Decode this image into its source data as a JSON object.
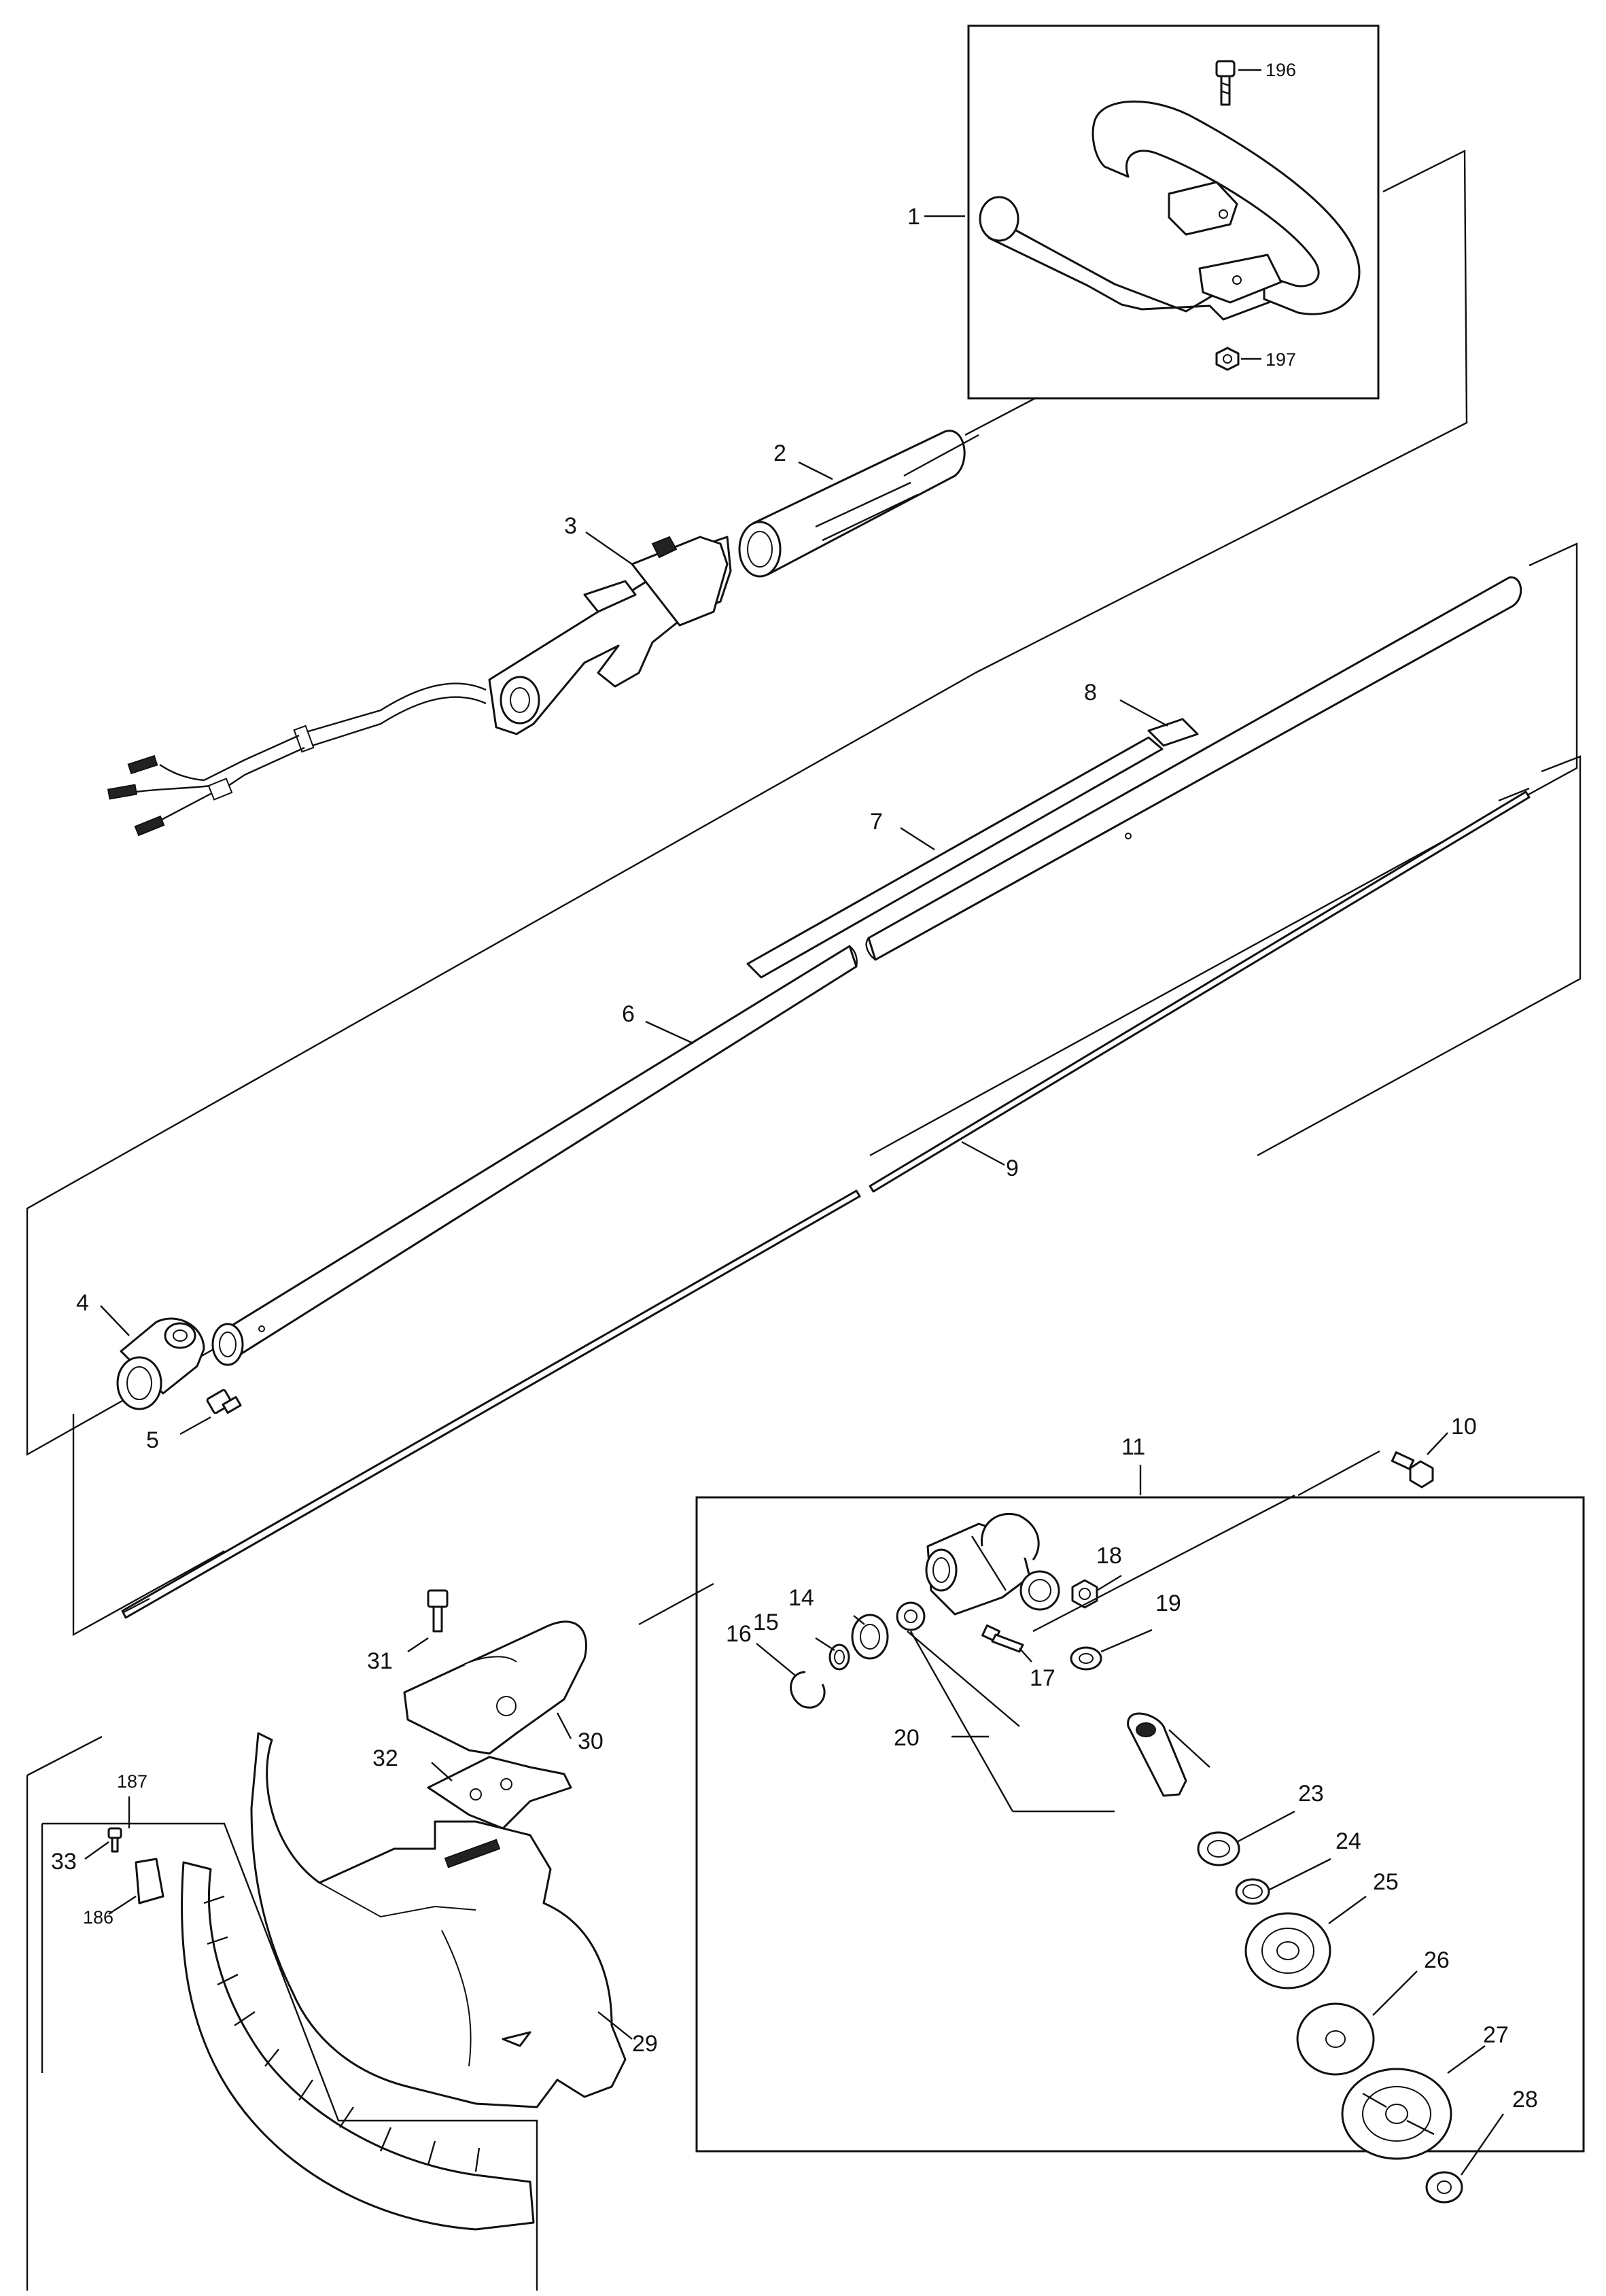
{
  "callouts": {
    "p1": "1",
    "p2": "2",
    "p3": "3",
    "p4": "4",
    "p5": "5",
    "p6": "6",
    "p7": "7",
    "p8": "8",
    "p9": "9",
    "p10": "10",
    "p11": "11",
    "p14": "14",
    "p15": "15",
    "p16": "16",
    "p17": "17",
    "p18": "18",
    "p19": "19",
    "p20": "20",
    "p23": "23",
    "p24": "24",
    "p25": "25",
    "p26": "26",
    "p27": "27",
    "p28": "28",
    "p29": "29",
    "p30": "30",
    "p31": "31",
    "p32": "32",
    "p33": "33",
    "p186": "186",
    "p187": "187",
    "p196": "196",
    "p197": "197"
  },
  "colors": {
    "line": "#111111",
    "background": "#ffffff"
  }
}
